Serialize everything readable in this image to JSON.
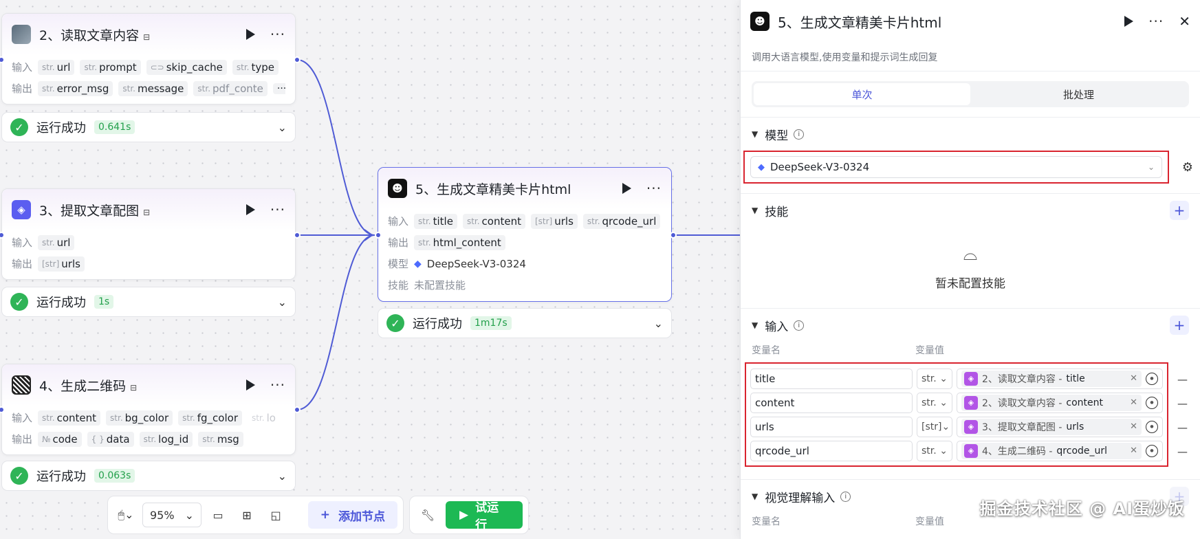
{
  "nodes": {
    "read": {
      "title": "2、读取文章内容",
      "input_label": "输入",
      "output_label": "输出",
      "inputs": [
        {
          "type": "str.",
          "name": "url"
        },
        {
          "type": "str.",
          "name": "prompt"
        },
        {
          "type": "toggle",
          "name": "skip_cache"
        },
        {
          "type": "str.",
          "name": "type"
        }
      ],
      "outputs": [
        {
          "type": "str.",
          "name": "error_msg"
        },
        {
          "type": "str.",
          "name": "message"
        },
        {
          "type": "str.",
          "name": "pdf_conte"
        }
      ],
      "more": "···",
      "status": "运行成功",
      "duration": "0.641s"
    },
    "extract": {
      "title": "3、提取文章配图",
      "input_label": "输入",
      "output_label": "输出",
      "inputs": [
        {
          "type": "str.",
          "name": "url"
        }
      ],
      "outputs": [
        {
          "type": "[str]",
          "name": "urls"
        }
      ],
      "status": "运行成功",
      "duration": "1s"
    },
    "qrcode": {
      "title": "4、生成二维码",
      "input_label": "输入",
      "output_label": "输出",
      "inputs": [
        {
          "type": "str.",
          "name": "content"
        },
        {
          "type": "str.",
          "name": "bg_color"
        },
        {
          "type": "str.",
          "name": "fg_color"
        },
        {
          "type": "str.",
          "name": "lo"
        }
      ],
      "outputs": [
        {
          "type": "№",
          "name": "code"
        },
        {
          "type": "{ }",
          "name": "data"
        },
        {
          "type": "str.",
          "name": "log_id"
        },
        {
          "type": "str.",
          "name": "msg"
        }
      ],
      "more": "···",
      "status": "运行成功",
      "duration": "0.063s"
    },
    "generate": {
      "title": "5、生成文章精美卡片html",
      "input_label": "输入",
      "output_label": "输出",
      "model_label": "模型",
      "skill_label": "技能",
      "inputs": [
        {
          "type": "str.",
          "name": "title"
        },
        {
          "type": "str.",
          "name": "content"
        },
        {
          "type": "[str]",
          "name": "urls"
        },
        {
          "type": "str.",
          "name": "qrcode_url"
        }
      ],
      "outputs": [
        {
          "type": "str.",
          "name": "html_content"
        }
      ],
      "model": "DeepSeek-V3-0324",
      "skills": "未配置技能",
      "status": "运行成功",
      "duration": "1m17s"
    }
  },
  "toolbar": {
    "zoom": "95%",
    "add_node": "添加节点",
    "test_run": "试运行"
  },
  "panel": {
    "title": "5、生成文章精美卡片html",
    "description": "调用大语言模型,使用变量和提示词生成回复",
    "tabs": [
      "单次",
      "批处理"
    ],
    "model_section": "模型",
    "model_value": "DeepSeek-V3-0324",
    "skills_section": "技能",
    "skills_empty": "暂未配置技能",
    "input_section": "输入",
    "col_name": "变量名",
    "col_value": "变量值",
    "variables": [
      {
        "name": "title",
        "type": "str.",
        "ref_node": "2、读取文章内容 -",
        "ref_field": "title"
      },
      {
        "name": "content",
        "type": "str.",
        "ref_node": "2、读取文章内容 -",
        "ref_field": "content"
      },
      {
        "name": "urls",
        "type": "[str]",
        "ref_node": "3、提取文章配图 -",
        "ref_field": "urls"
      },
      {
        "name": "qrcode_url",
        "type": "str.",
        "ref_node": "4、生成二维码 -",
        "ref_field": "qrcode_url"
      }
    ],
    "visual_section": "视觉理解输入",
    "visual_col_name": "变量名",
    "visual_col_value": "变量值"
  },
  "watermark": "掘金技术社区 @ AI蛋炒饭",
  "colors": {
    "accent": "#4a55d8",
    "edge": "#4f5bd5",
    "success": "#2fb457",
    "highlight": "#d9232e"
  }
}
